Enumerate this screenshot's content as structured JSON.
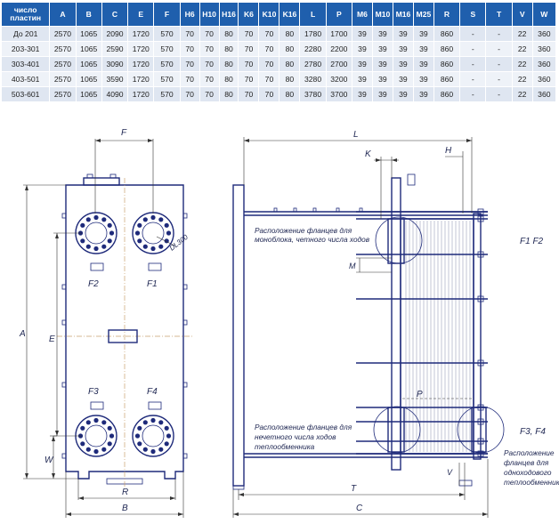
{
  "table": {
    "headers": [
      "число пластин",
      "A",
      "B",
      "C",
      "E",
      "F",
      "H6",
      "H10",
      "H16",
      "K6",
      "K10",
      "K16",
      "L",
      "P",
      "M6",
      "M10",
      "M16",
      "M25",
      "R",
      "S",
      "T",
      "V",
      "W"
    ],
    "rows": [
      [
        "До 201",
        "2570",
        "1065",
        "2090",
        "1720",
        "570",
        "70",
        "70",
        "80",
        "70",
        "70",
        "80",
        "1780",
        "1700",
        "39",
        "39",
        "39",
        "39",
        "860",
        "-",
        "-",
        "22",
        "360"
      ],
      [
        "203-301",
        "2570",
        "1065",
        "2590",
        "1720",
        "570",
        "70",
        "70",
        "80",
        "70",
        "70",
        "80",
        "2280",
        "2200",
        "39",
        "39",
        "39",
        "39",
        "860",
        "-",
        "-",
        "22",
        "360"
      ],
      [
        "303-401",
        "2570",
        "1065",
        "3090",
        "1720",
        "570",
        "70",
        "70",
        "80",
        "70",
        "70",
        "80",
        "2780",
        "2700",
        "39",
        "39",
        "39",
        "39",
        "860",
        "-",
        "-",
        "22",
        "360"
      ],
      [
        "403-501",
        "2570",
        "1065",
        "3590",
        "1720",
        "570",
        "70",
        "70",
        "80",
        "70",
        "70",
        "80",
        "3280",
        "3200",
        "39",
        "39",
        "39",
        "39",
        "860",
        "-",
        "-",
        "22",
        "360"
      ],
      [
        "503-601",
        "2570",
        "1065",
        "4090",
        "1720",
        "570",
        "70",
        "70",
        "80",
        "70",
        "70",
        "80",
        "3780",
        "3700",
        "39",
        "39",
        "39",
        "39",
        "860",
        "-",
        "-",
        "22",
        "360"
      ]
    ]
  },
  "front_view": {
    "dim_F": "F",
    "dim_A": "A",
    "dim_E": "E",
    "dim_W": "W",
    "dim_R": "R",
    "dim_B": "B",
    "port_f1": "F1",
    "port_f2": "F2",
    "port_f3": "F3",
    "port_f4": "F4",
    "flange_size": "DL300"
  },
  "side_view": {
    "dim_L": "L",
    "dim_K": "K",
    "dim_H": "H",
    "dim_M": "M",
    "dim_P": "P",
    "dim_V": "V",
    "dim_T": "T",
    "dim_C": "C",
    "label_f1f2": "F1 F2",
    "label_f3f4": "F3, F4",
    "note_top": [
      "Расположение фланцев для",
      "моноблока, четного числа ходов"
    ],
    "note_bottom": [
      "Расположение фланцев для",
      "нечетного числа ходов",
      "теплообменника"
    ],
    "note_right": [
      "Расположение",
      "фланцев для",
      "одноходового",
      "теплообменника"
    ]
  },
  "colors": {
    "header_bg": "#1f5fad",
    "row_light": "#eef2f8",
    "row_dark": "#dfe6f1",
    "drawing_line": "#1e2a7a",
    "axis_line": "#c8a070"
  }
}
